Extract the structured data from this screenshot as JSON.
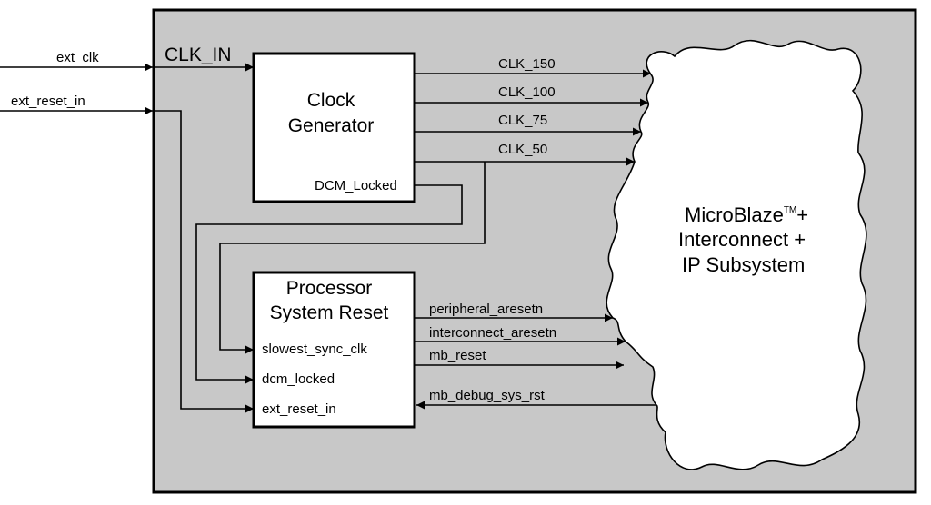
{
  "inputs": {
    "ext_clk": "ext_clk",
    "ext_reset_in": "ext_reset_in"
  },
  "clk_in_label": "CLK_IN",
  "clock_generator": {
    "line1": "Clock",
    "line2": "Generator",
    "dcm_locked_port": "DCM_Locked"
  },
  "clock_outputs": [
    "CLK_150",
    "CLK_100",
    "CLK_75",
    "CLK_50"
  ],
  "reset_block": {
    "line1": "Processor",
    "line2": "System Reset",
    "inputs": [
      "slowest_sync_clk",
      "dcm_locked",
      "ext_reset_in"
    ],
    "outputs": [
      "peripheral_aresetn",
      "interconnect_aresetn",
      "mb_reset"
    ],
    "debug_input": "mb_debug_sys_rst"
  },
  "subsystem": {
    "line1": "MicroBlaze",
    "tm": "TM",
    "line1_suffix": "+",
    "line2": "Interconnect +",
    "line3": "IP Subsystem"
  }
}
